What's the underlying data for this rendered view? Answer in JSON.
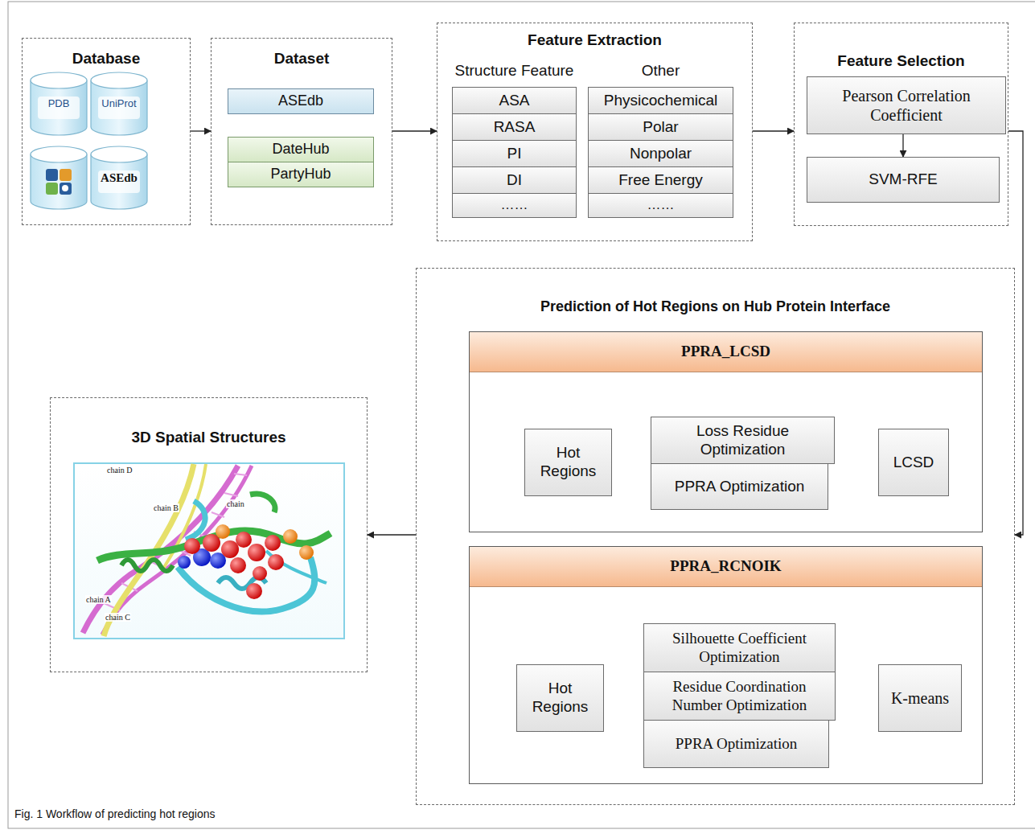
{
  "diagram": {
    "caption": "Fig. 1 Workflow of predicting hot regions",
    "nodes": [
      {
        "text": [
          "Database"
        ]
      },
      {
        "text": [
          "PDB"
        ],
        "in": 0
      },
      {
        "text": [
          "UniProt"
        ],
        "in": 0
      },
      {
        "text": [
          "ASEdb"
        ],
        "in": 0
      },
      {
        "text": [
          "Dataset"
        ]
      },
      {
        "text": [
          "ASEdb"
        ],
        "in": 4
      },
      {
        "text": [
          "DateHub"
        ],
        "in": 4
      },
      {
        "text": [
          "PartyHub"
        ],
        "in": 4
      },
      {
        "text": [
          "Feature Extraction",
          "Structure Feature",
          "Other"
        ]
      },
      {
        "text": [
          "ASA"
        ],
        "in": 8
      },
      {
        "text": [
          "RASA"
        ],
        "in": 8
      },
      {
        "text": [
          "PI"
        ],
        "in": 8
      },
      {
        "text": [
          "DI"
        ],
        "in": 8
      },
      {
        "text": [
          "……"
        ],
        "in": 8
      },
      {
        "text": [
          "Physicochemical"
        ],
        "in": 8
      },
      {
        "text": [
          "Polar"
        ],
        "in": 8
      },
      {
        "text": [
          "Nonpolar"
        ],
        "in": 8
      },
      {
        "text": [
          "Free Energy"
        ],
        "in": 8
      },
      {
        "text": [
          "……"
        ],
        "in": 8
      },
      {
        "text": [
          "Feature Selection"
        ]
      },
      {
        "text": [
          "Pearson Correlation Coefficient"
        ],
        "in": 19
      },
      {
        "text": [
          "SVM-RFE"
        ],
        "in": 19
      },
      {
        "text": [
          "Prediction of Hot Regions on Hub Protein Interface"
        ]
      },
      {
        "text": [
          "PPRA_LCSD"
        ],
        "in": 22
      },
      {
        "text": [
          "Hot Regions"
        ],
        "in": 23
      },
      {
        "text": [
          "Loss Residue Optimization"
        ],
        "in": 23
      },
      {
        "text": [
          "PPRA Optimization"
        ],
        "in": 23
      },
      {
        "text": [
          "LCSD"
        ],
        "in": 23
      },
      {
        "text": [
          "PPRA_RCNOIK"
        ],
        "in": 22
      },
      {
        "text": [
          "Hot Regions"
        ],
        "in": 28
      },
      {
        "text": [
          "Silhouette Coefficient Optimization"
        ],
        "in": 28
      },
      {
        "text": [
          "Residue Coordination Number Optimization"
        ],
        "in": 28
      },
      {
        "text": [
          "PPRA Optimization"
        ],
        "in": 28
      },
      {
        "text": [
          "K-means"
        ],
        "in": 28
      },
      {
        "text": [
          "3D Spatial Structures"
        ]
      }
    ],
    "edges": [
      {
        "from": 0,
        "to": 4,
        "arrow": "to"
      },
      {
        "from": 4,
        "to": 8,
        "arrow": "to"
      },
      {
        "from": 8,
        "to": 19,
        "arrow": "to"
      },
      {
        "from": 20,
        "to": 21,
        "arrow": "to"
      },
      {
        "from": 19,
        "to": 22,
        "arrow": "to"
      },
      {
        "from": 27,
        "to": 25,
        "arrow": "to"
      },
      {
        "from": 25,
        "to": 24,
        "arrow": "to"
      },
      {
        "from": 33,
        "to": 31,
        "arrow": "to"
      },
      {
        "from": 31,
        "to": 29,
        "arrow": "to"
      },
      {
        "from": 22,
        "to": 34,
        "arrow": "to"
      }
    ],
    "labels": [
      "chain D",
      "chain B",
      "chain",
      "chain A",
      "chain C"
    ]
  }
}
